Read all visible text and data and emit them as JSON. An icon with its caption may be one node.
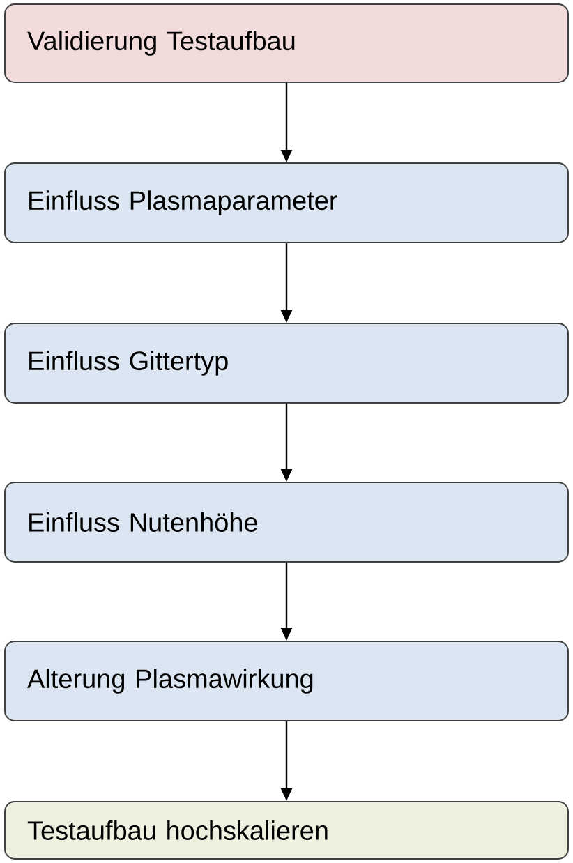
{
  "diagram": {
    "nodes": [
      {
        "text": [
          "Validierung Testaufbau"
        ]
      },
      {
        "text": [
          "Einfluss Plasmaparameter"
        ]
      },
      {
        "text": [
          "Einfluss Gittertyp"
        ]
      },
      {
        "text": [
          "Einfluss Nutenhöhe"
        ]
      },
      {
        "text": [
          "Alterung Plasmawirkung"
        ]
      },
      {
        "text": [
          "Testaufbau hochskalieren"
        ]
      }
    ],
    "edges": [
      {
        "from": 0,
        "to": 1,
        "arrow": "to"
      },
      {
        "from": 1,
        "to": 2,
        "arrow": "to"
      },
      {
        "from": 2,
        "to": 3,
        "arrow": "to"
      },
      {
        "from": 3,
        "to": 4,
        "arrow": "to"
      },
      {
        "from": 4,
        "to": 5,
        "arrow": "to"
      }
    ]
  }
}
